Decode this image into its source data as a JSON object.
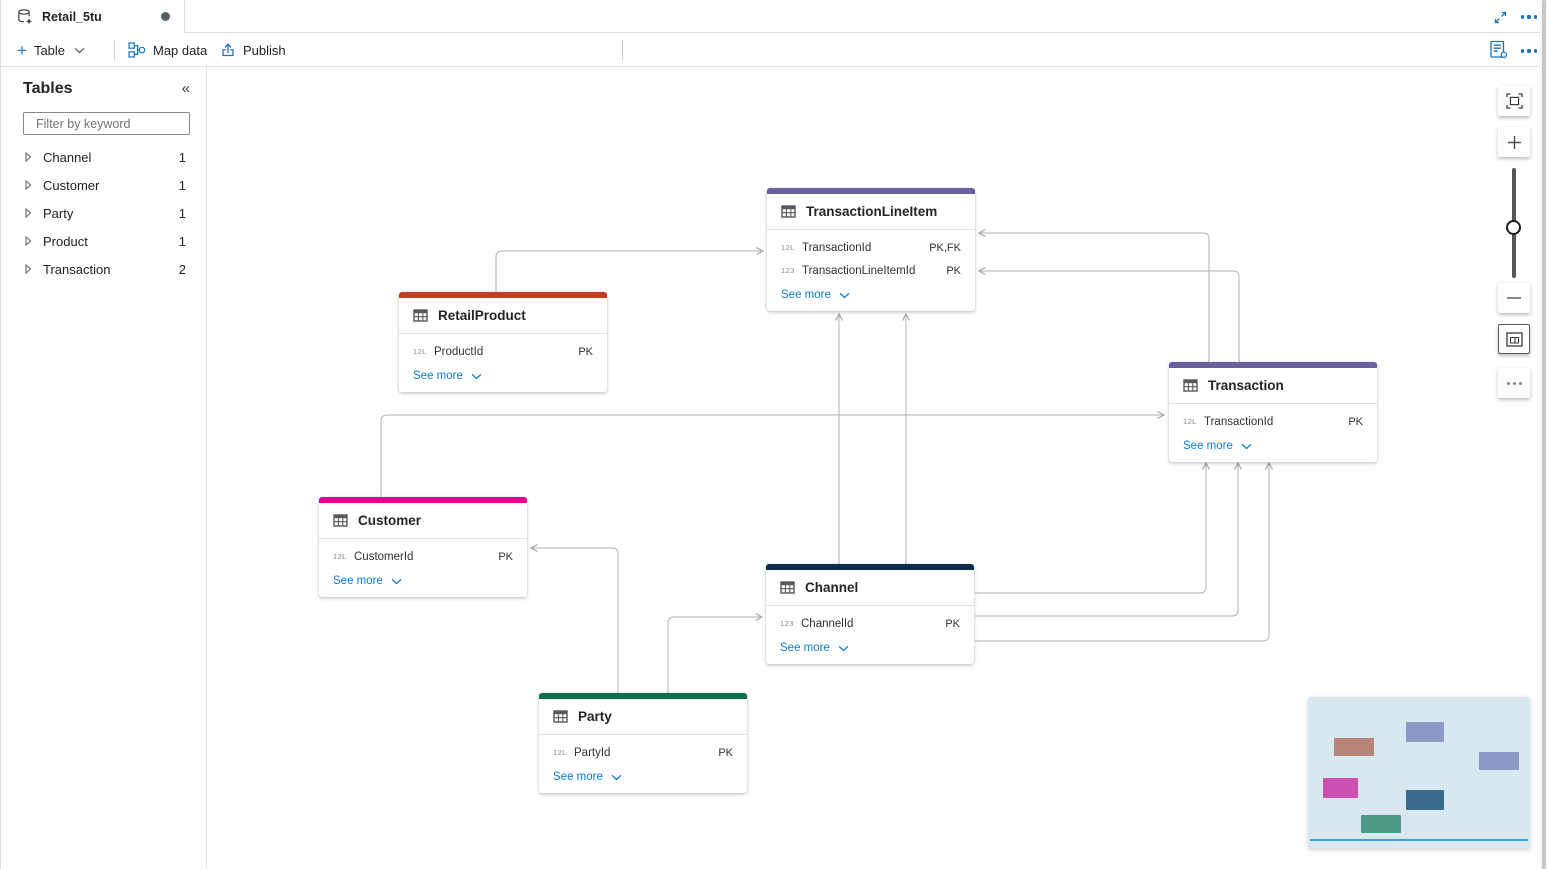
{
  "tab_bar": {
    "tab_title": "Retail_5tu",
    "modified": "unsaved"
  },
  "toolbar": {
    "new_table_label": "Table",
    "map_data_label": "Map data",
    "publish_label": "Publish"
  },
  "sidebar": {
    "title": "Tables",
    "filter_placeholder": "Filter by keyword",
    "items": [
      {
        "label": "Channel",
        "count": "1"
      },
      {
        "label": "Customer",
        "count": "1"
      },
      {
        "label": "Party",
        "count": "1"
      },
      {
        "label": "Product",
        "count": "1"
      },
      {
        "label": "Transaction",
        "count": "2"
      }
    ]
  },
  "canvas": {
    "see_more_label": "See more",
    "entities": [
      {
        "title": "TransactionLineItem",
        "color": "#6a5fa0",
        "fields": [
          {
            "type": "12L",
            "name": "TransactionId",
            "key": "PK,FK"
          },
          {
            "type": "123",
            "name": "TransactionLineItemId",
            "key": "PK"
          }
        ]
      },
      {
        "title": "RetailProduct",
        "color": "#c53d21",
        "fields": [
          {
            "type": "12L",
            "name": "ProductId",
            "key": "PK"
          }
        ]
      },
      {
        "title": "Transaction",
        "color": "#6a5fa0",
        "fields": [
          {
            "type": "12L",
            "name": "TransactionId",
            "key": "PK"
          }
        ]
      },
      {
        "title": "Customer",
        "color": "#e3008c",
        "fields": [
          {
            "type": "12L",
            "name": "CustomerId",
            "key": "PK"
          }
        ]
      },
      {
        "title": "Channel",
        "color": "#0c2d4c",
        "fields": [
          {
            "type": "123",
            "name": "ChannelId",
            "key": "PK"
          }
        ]
      },
      {
        "title": "Party",
        "color": "#0e6f4e",
        "fields": [
          {
            "type": "12L",
            "name": "PartyId",
            "key": "PK"
          }
        ]
      }
    ]
  },
  "minimap": {
    "background": "#d9e8ef",
    "viewport_color": "#3aa0d8",
    "blocks": [
      {
        "name": "RetailProduct",
        "color": "#bb8478"
      },
      {
        "name": "TransactionLineItem",
        "color": "#8e97c6"
      },
      {
        "name": "Transaction",
        "color": "#8e97c6"
      },
      {
        "name": "Customer",
        "color": "#cc4fb4"
      },
      {
        "name": "Channel",
        "color": "#3c6c8b"
      },
      {
        "name": "Party",
        "color": "#4d9a86"
      }
    ]
  },
  "icons": {
    "tab": "semantic-model-icon",
    "tab_right": [
      "expand-diagonal-icon",
      "ellipsis-icon"
    ],
    "toolbar": [
      "plus-icon",
      "chevron-down-icon",
      "map-data-icon",
      "publish-icon",
      "view-options-icon",
      "ellipsis-icon"
    ],
    "sidebar": [
      "collapse-double-chevron-icon",
      "filter-funnel-icon",
      "tree-expand-chevron-icon"
    ],
    "entity": [
      "table-grid-icon",
      "chevron-down-icon"
    ],
    "controls": [
      "fit-to-screen-icon",
      "zoom-in-icon",
      "zoom-slider",
      "zoom-out-icon",
      "minimap-toggle-icon",
      "ellipsis-icon"
    ]
  }
}
